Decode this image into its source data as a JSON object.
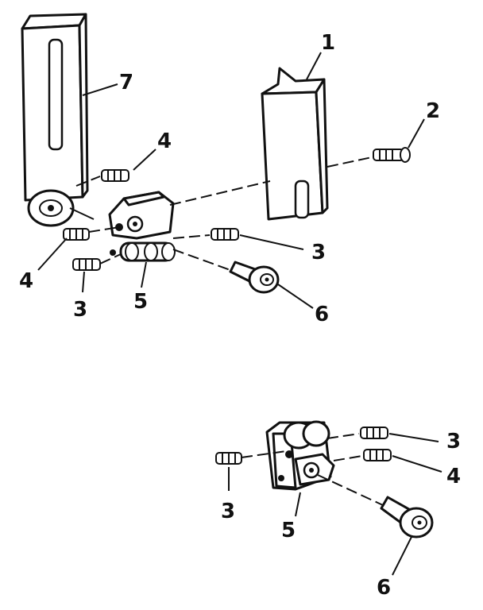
{
  "callouts": {
    "c1": "1",
    "c2": "2",
    "c3a": "3",
    "c3b": "3",
    "c3c": "3",
    "c3d": "3",
    "c4a": "4",
    "c4b": "4",
    "c4c": "4",
    "c5a": "5",
    "c5b": "5",
    "c6a": "6",
    "c6b": "6",
    "c7": "7"
  },
  "colors": {
    "ink": "#111111",
    "paper": "#ffffff"
  }
}
